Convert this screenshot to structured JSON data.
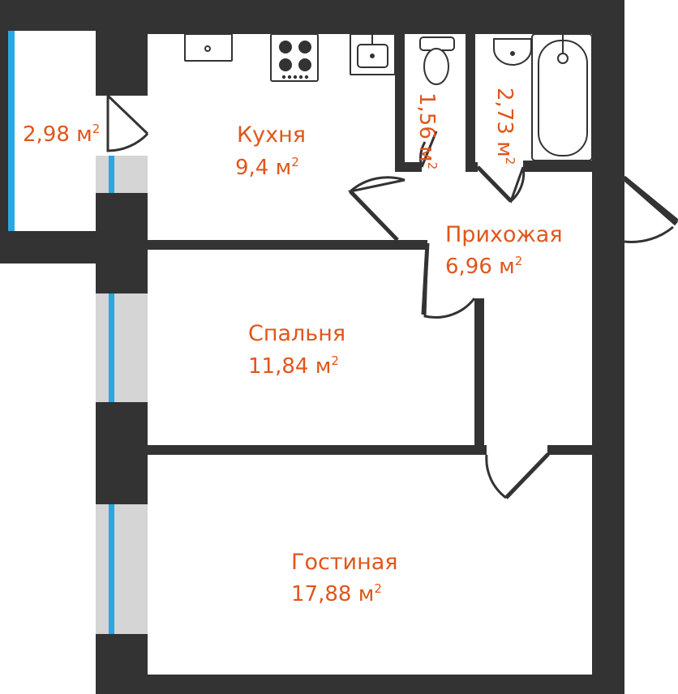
{
  "colors": {
    "wall": "#333333",
    "window_glass": "#29a8e0",
    "window_frame": "#d5d5d5",
    "floor": "#ffffff",
    "fixture_stroke": "#333333",
    "label": "#e0561b"
  },
  "rooms": {
    "balcony": {
      "name": "",
      "area": "2,98 м",
      "sup": "2"
    },
    "kitchen": {
      "name": "Кухня",
      "area": "9,4 м",
      "sup": "2"
    },
    "wc": {
      "name": "",
      "area": "1,56 м",
      "sup": "2"
    },
    "bathroom": {
      "name": "",
      "area": "2,73 м",
      "sup": "2"
    },
    "hallway": {
      "name": "Прихожая",
      "area": "6,96 м",
      "sup": "2"
    },
    "bedroom": {
      "name": "Спальня",
      "area": "11,84 м",
      "sup": "2"
    },
    "living": {
      "name": "Гостиная",
      "area": "17,88 м",
      "sup": "2"
    }
  },
  "fixtures": [
    "kitchen-sink-icon",
    "stove-icon",
    "wash-basin-icon",
    "toilet-icon",
    "bathroom-sink-icon",
    "bathtub-icon"
  ]
}
